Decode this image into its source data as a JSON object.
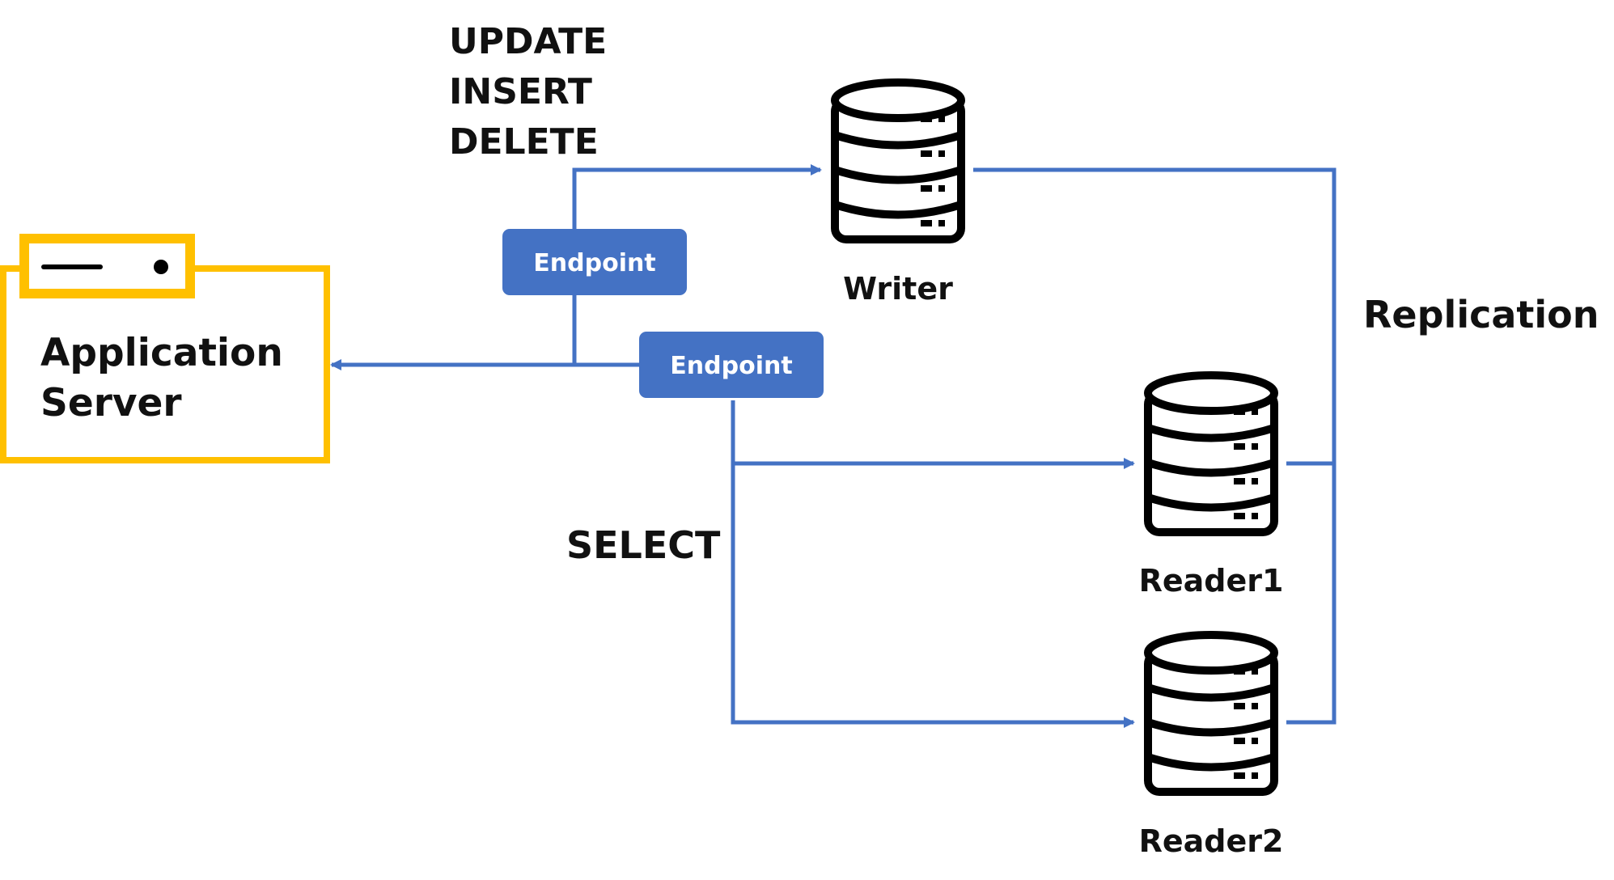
{
  "app_server": {
    "label_line1": "Application",
    "label_line2": "Server"
  },
  "operations": {
    "write_ops": [
      "UPDATE",
      "INSERT",
      "DELETE"
    ],
    "read_op": "SELECT"
  },
  "endpoints": {
    "writer_endpoint": "Endpoint",
    "reader_endpoint": "Endpoint"
  },
  "databases": {
    "writer": "Writer",
    "reader1": "Reader1",
    "reader2": "Reader2"
  },
  "replication": "Replication",
  "colors": {
    "connector": "#4472c4",
    "endpoint_fill": "#4472c4",
    "app_server_border": "#ffc000",
    "text": "#111111",
    "icon": "#000000"
  },
  "icons": {
    "database": "database-cylinder-icon",
    "server": "server-icon"
  }
}
